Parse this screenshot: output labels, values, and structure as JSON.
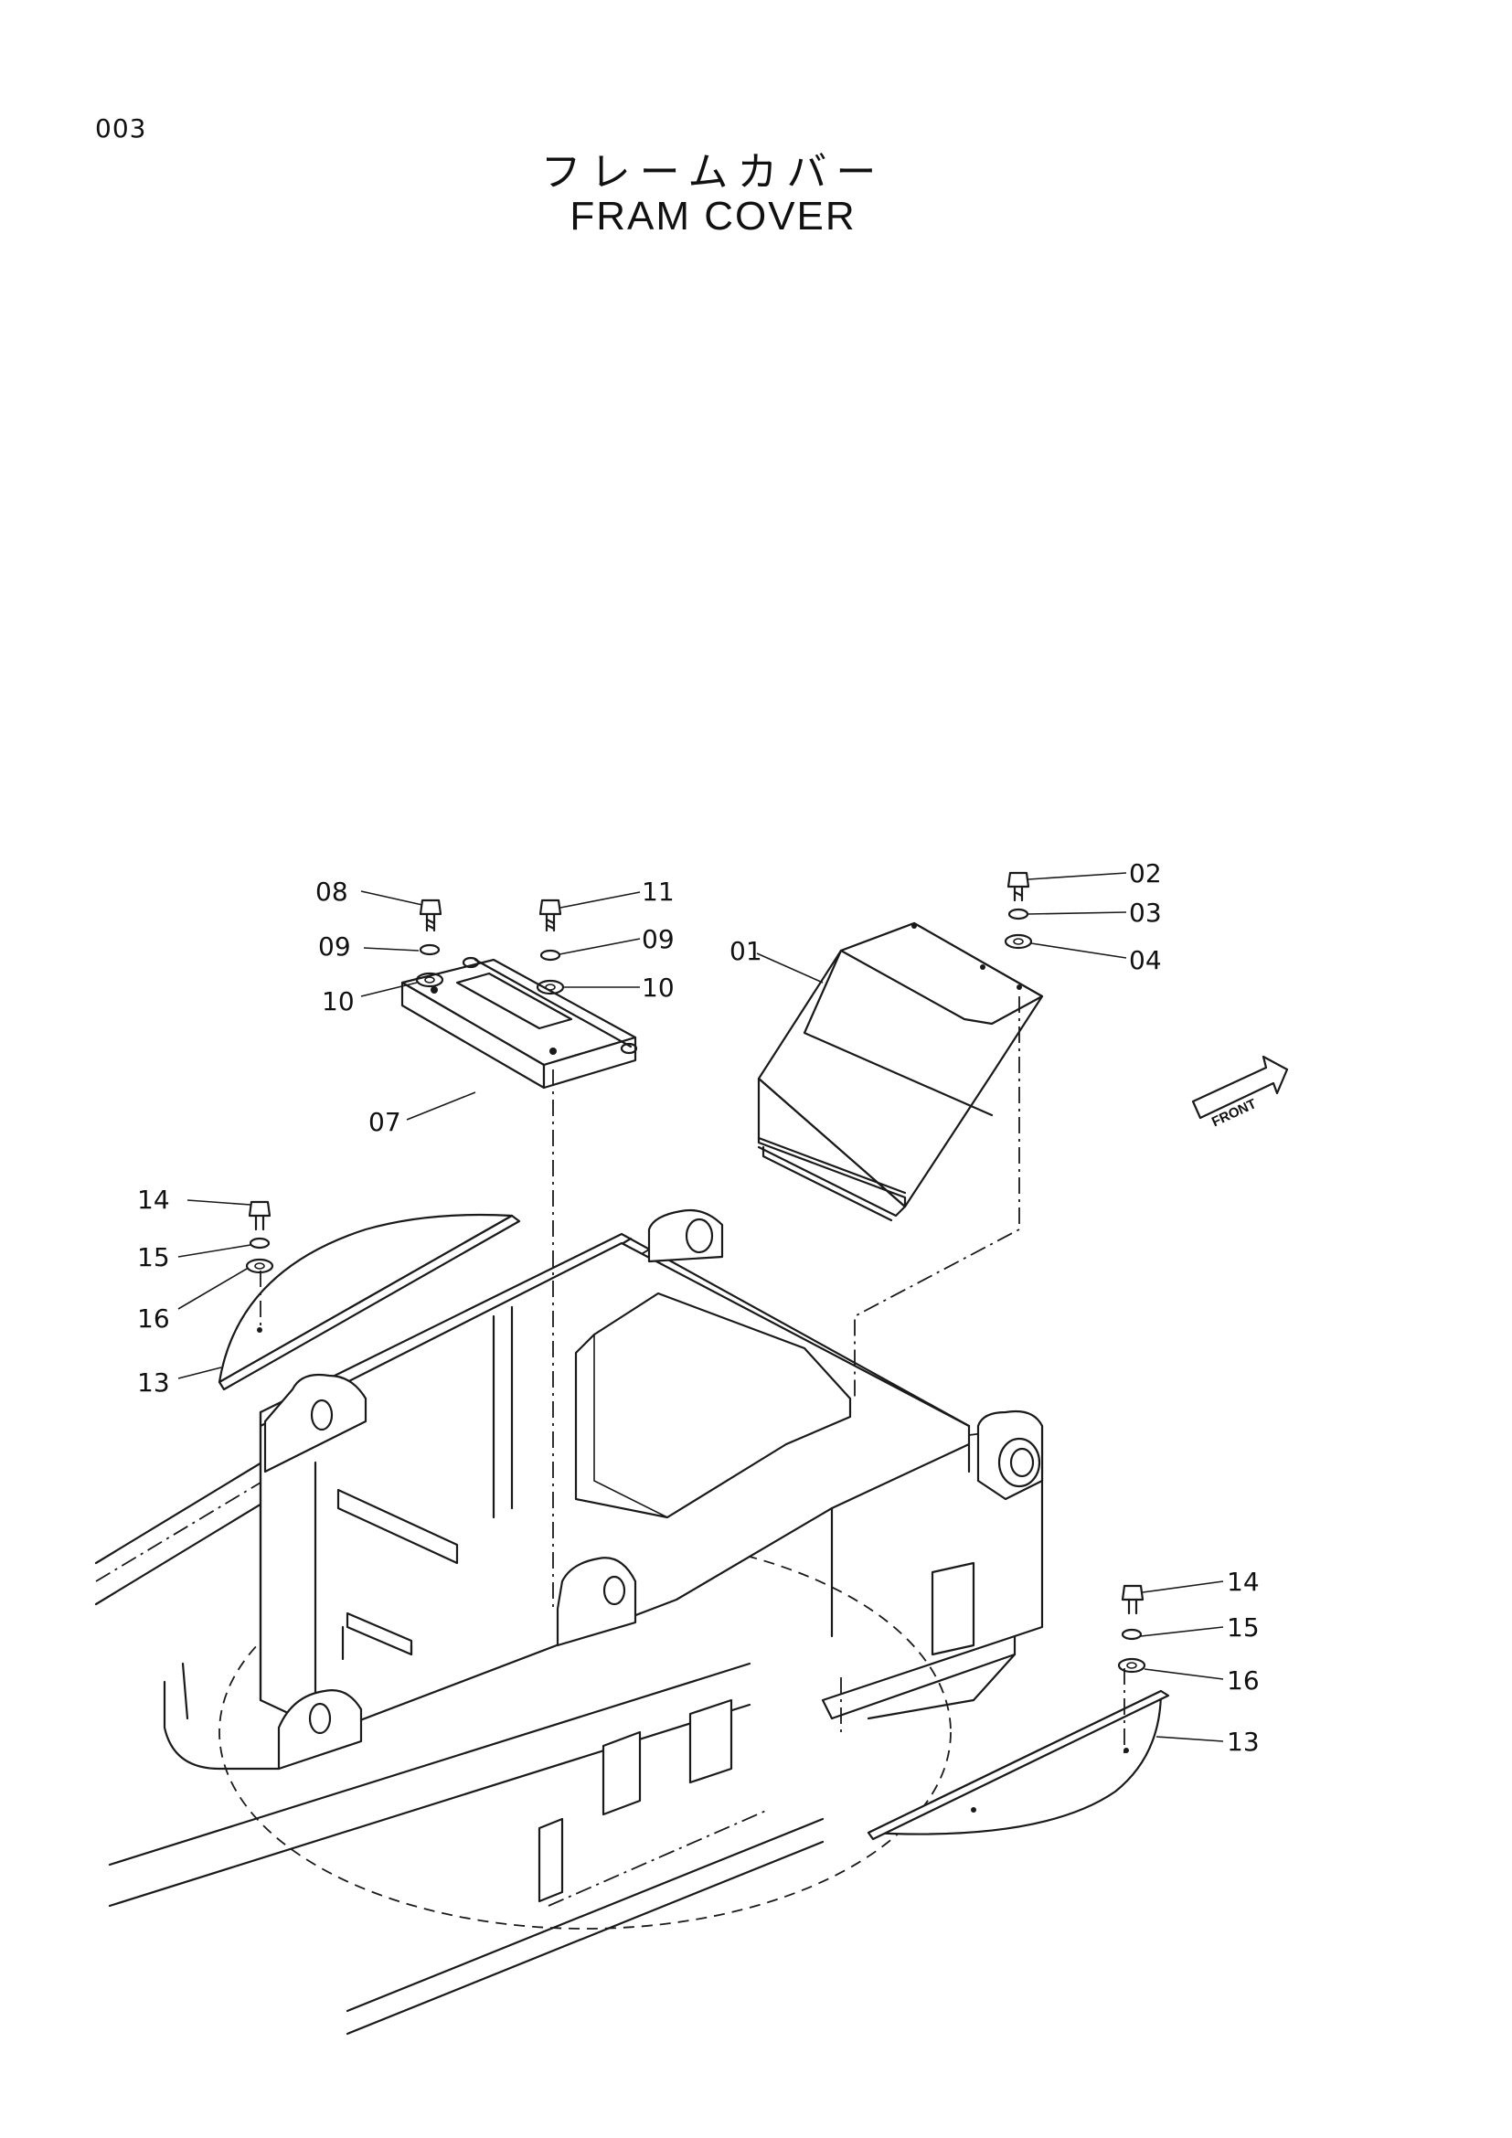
{
  "header": {
    "page_number": "003",
    "title_japanese": "フレームカバー",
    "title_english": "FRAM COVER"
  },
  "direction_marker": {
    "label": "FRONT"
  },
  "callouts": [
    {
      "id": "c01",
      "label": "01"
    },
    {
      "id": "c02",
      "label": "02"
    },
    {
      "id": "c03",
      "label": "03"
    },
    {
      "id": "c04",
      "label": "04"
    },
    {
      "id": "c07",
      "label": "07"
    },
    {
      "id": "c08",
      "label": "08"
    },
    {
      "id": "c09a",
      "label": "09"
    },
    {
      "id": "c09b",
      "label": "09"
    },
    {
      "id": "c10a",
      "label": "10"
    },
    {
      "id": "c10b",
      "label": "10"
    },
    {
      "id": "c11",
      "label": "11"
    },
    {
      "id": "c13a",
      "label": "13"
    },
    {
      "id": "c13b",
      "label": "13"
    },
    {
      "id": "c14a",
      "label": "14"
    },
    {
      "id": "c14b",
      "label": "14"
    },
    {
      "id": "c15a",
      "label": "15"
    },
    {
      "id": "c15b",
      "label": "15"
    },
    {
      "id": "c16a",
      "label": "16"
    },
    {
      "id": "c16b",
      "label": "16"
    }
  ]
}
